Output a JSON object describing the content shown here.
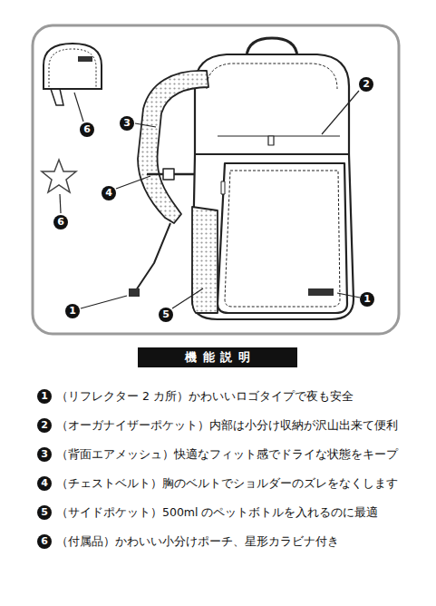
{
  "diagram": {
    "title": "機能説明",
    "labels": [
      "2",
      "3",
      "6",
      "4",
      "6",
      "1",
      "5",
      "1",
      "1",
      "（リフレクター 2 カ所）かわいいロゴタイプで夜も安全",
      "2",
      "（オーガナイザーポケット）内部は小分け収納が沢山出来て便利",
      "3",
      "（背面エアメッシュ）快適なフィット感でドライな状態をキープ",
      "4",
      "（チェストベルト）胸のベルトでショルダーのズレをなくします",
      "5",
      "（サイドポケット）500ml のペットボトルを入れるのに最適",
      "6",
      "（付属品）かわいい小分けポーチ、星形カラビナ付き"
    ]
  }
}
